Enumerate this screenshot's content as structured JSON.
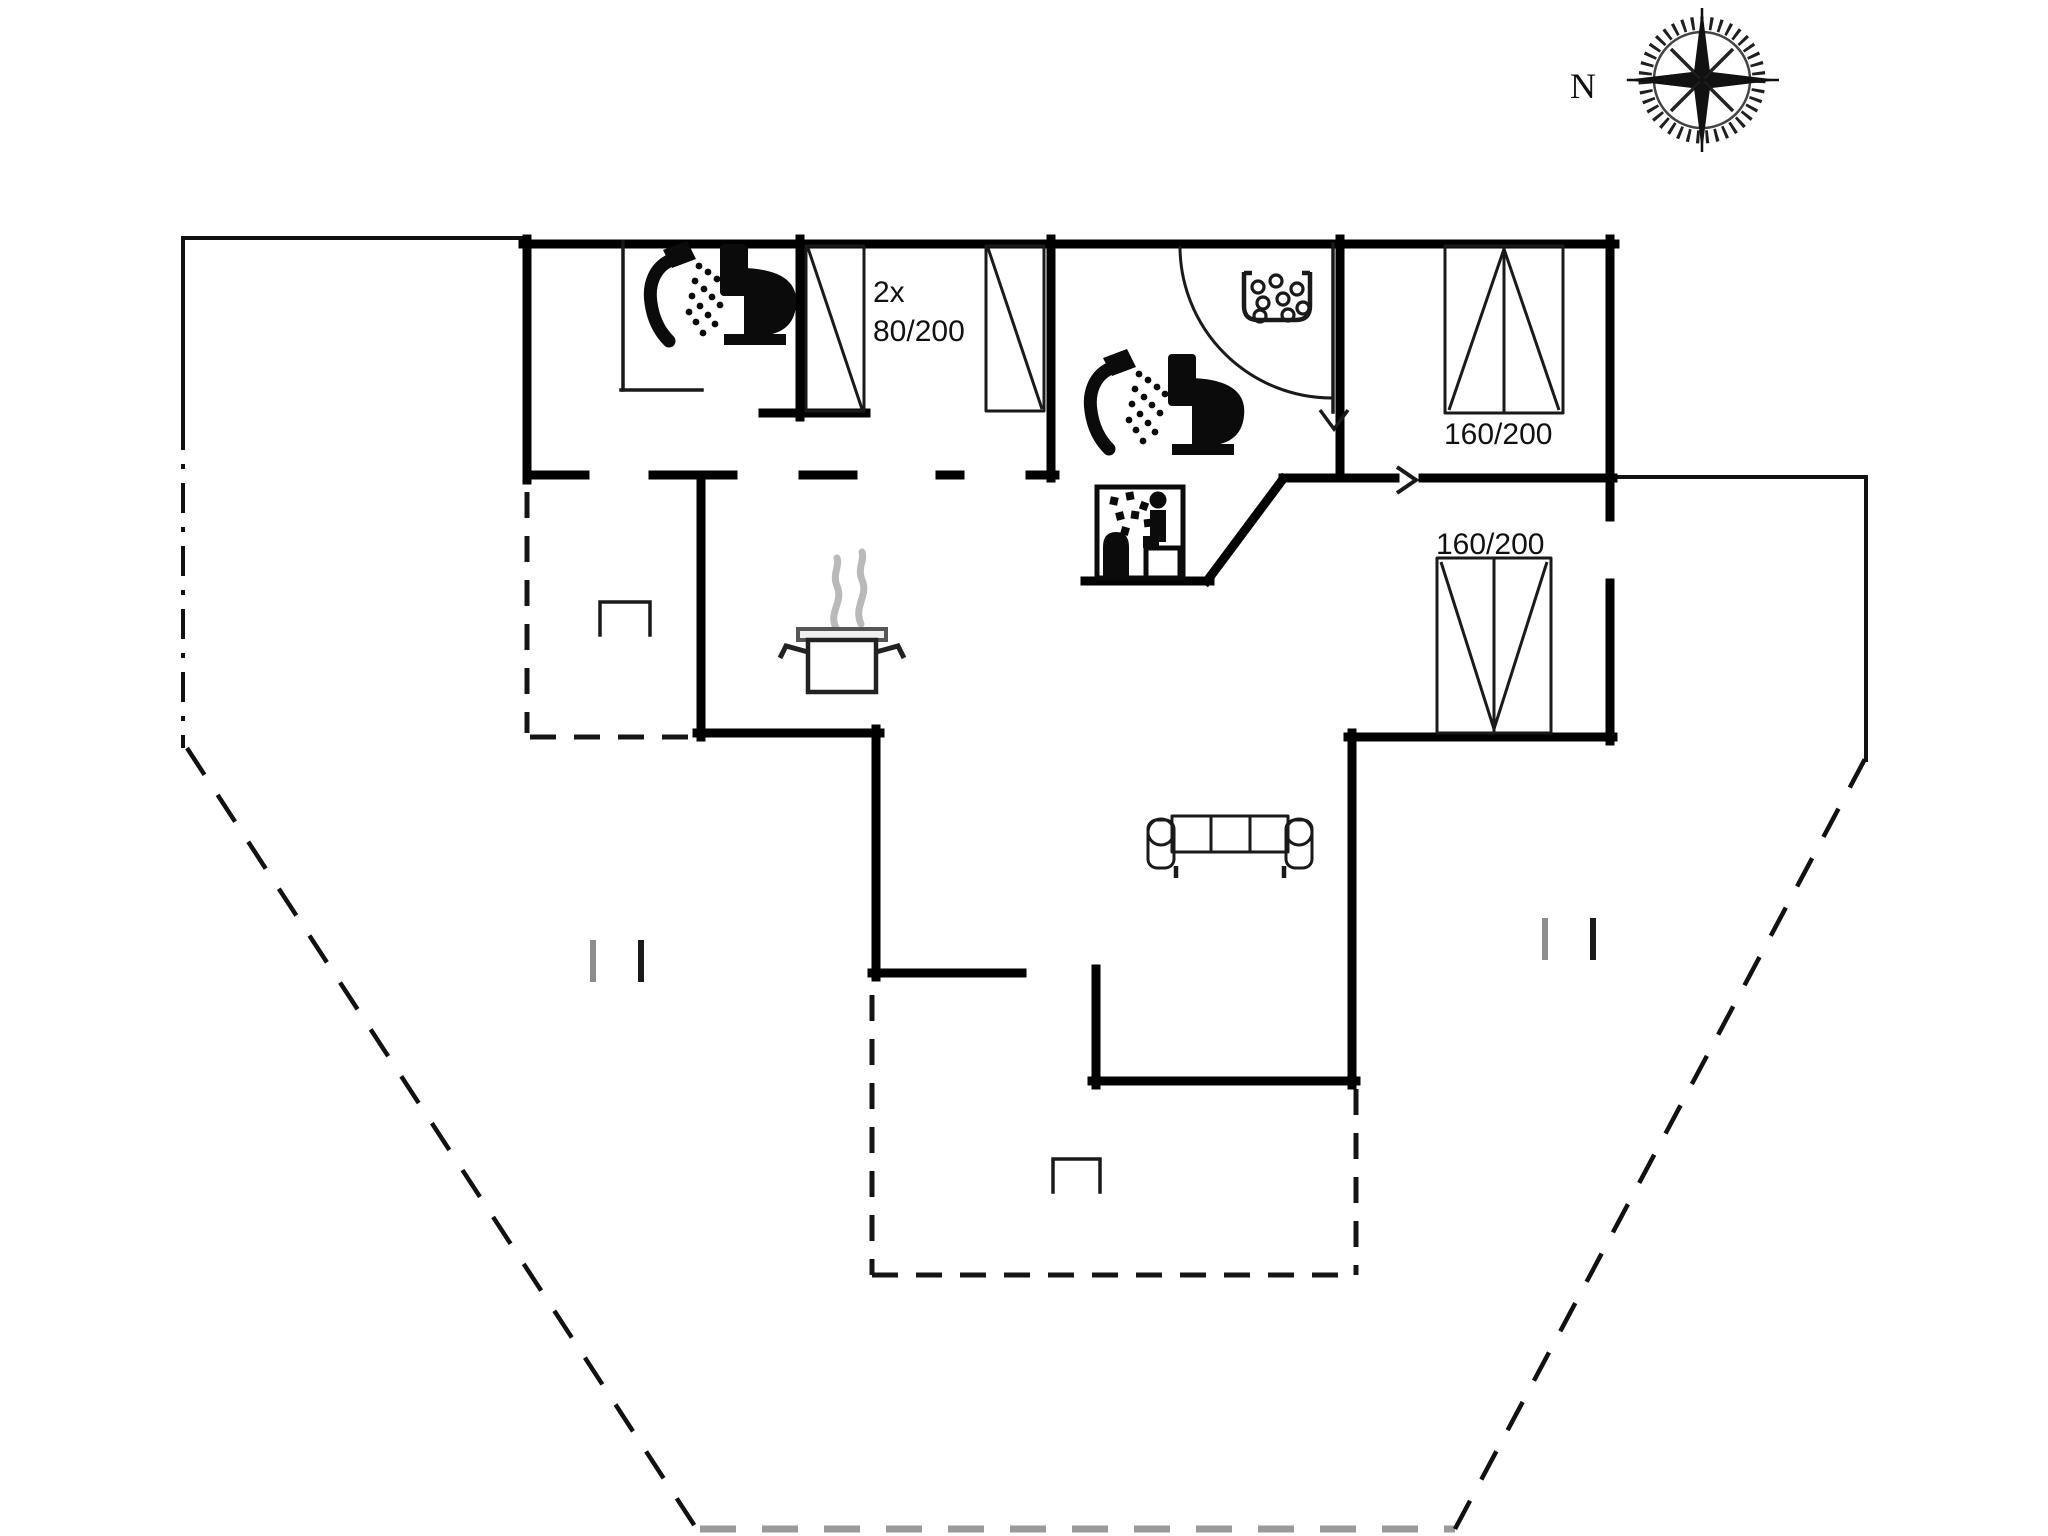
{
  "page": {
    "background": "#ffffff",
    "kind": "floor-plan"
  },
  "compass": {
    "north_label": "N"
  },
  "labels": {
    "twin_beds_count": "2x",
    "twin_beds_size": "80/200",
    "double_bed_upper": "160/200",
    "double_bed_lower": "160/200"
  },
  "colors": {
    "ink": "#1a1a1a",
    "wall": "#000000",
    "steam_gray": "#b9b9b9",
    "boundary_gray": "#9a9a9a",
    "tick_gray": "#8c8c8c"
  },
  "icons": [
    {
      "name": "compass-rose-icon",
      "meaning": "north orientation"
    },
    {
      "name": "shower-icon",
      "meaning": "shower"
    },
    {
      "name": "toilet-icon",
      "meaning": "WC"
    },
    {
      "name": "whirlpool-icon",
      "meaning": "whirlpool bath"
    },
    {
      "name": "sauna-icon",
      "meaning": "sauna"
    },
    {
      "name": "cooking-pot-icon",
      "meaning": "kitchen stove"
    },
    {
      "name": "sofa-icon",
      "meaning": "sofa / living room"
    },
    {
      "name": "single-bed-icon",
      "meaning": "single bed 80x200"
    },
    {
      "name": "double-bed-icon",
      "meaning": "double bed 160x200"
    },
    {
      "name": "door-swing-icon",
      "meaning": "door opening"
    },
    {
      "name": "niche-marker-icon",
      "meaning": "chimney / niche marker"
    }
  ]
}
